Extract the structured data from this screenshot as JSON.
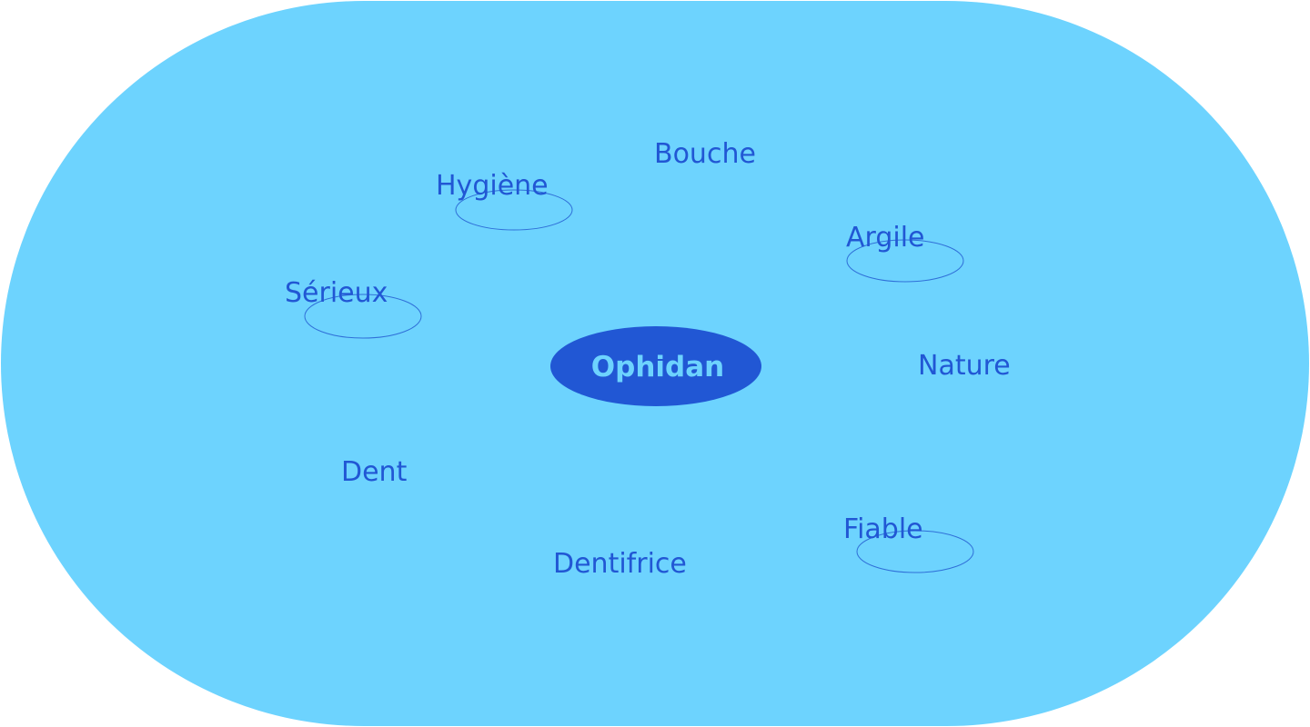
{
  "colors": {
    "background": "#6dd3fe",
    "text": "#2157d4",
    "center_fill": "#2157d4",
    "center_text": "#6dd3fe"
  },
  "center": {
    "label": "Ophidan"
  },
  "words": [
    {
      "label": "Bouche",
      "circled": false
    },
    {
      "label": "Hygiène",
      "circled": true
    },
    {
      "label": "Argile",
      "circled": true
    },
    {
      "label": "Sérieux",
      "circled": true
    },
    {
      "label": "Nature",
      "circled": false
    },
    {
      "label": "Dent",
      "circled": false
    },
    {
      "label": "Fiable",
      "circled": true
    },
    {
      "label": "Dentifrice",
      "circled": false
    }
  ]
}
